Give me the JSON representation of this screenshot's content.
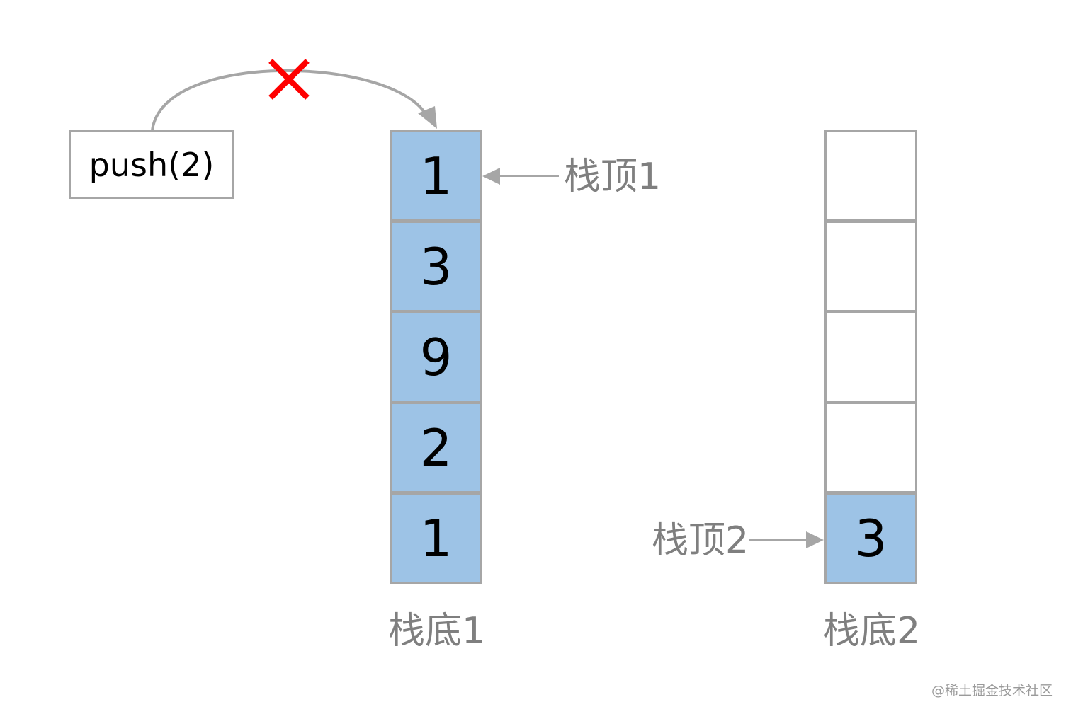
{
  "push_operation": {
    "label": "push(2)"
  },
  "stack1": {
    "cells": [
      "1",
      "3",
      "9",
      "2",
      "1"
    ],
    "top_label": "栈顶1",
    "bottom_label": "栈底1"
  },
  "stack2": {
    "cells": [
      "",
      "",
      "",
      "",
      "3"
    ],
    "top_label": "栈顶2",
    "bottom_label": "栈底2"
  },
  "watermark": "@稀土掘金技术社区",
  "colors": {
    "filled_cell": "#9dc3e6",
    "border": "#a6a6a6",
    "label_text": "#7f7f7f",
    "reject_mark": "#ff0000"
  },
  "icons": {
    "reject": "red-x-icon",
    "arrow": "arrowhead-icon"
  }
}
